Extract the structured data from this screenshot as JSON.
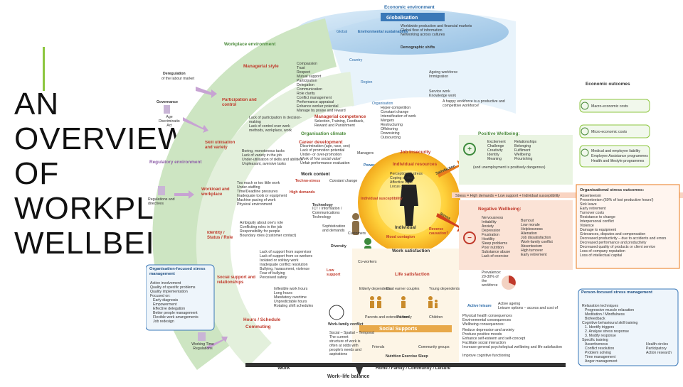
{
  "slide": {
    "title": "AN OVERVIEW OF WORKPLACE WELLBEING",
    "accent_color": "#8dc63f"
  },
  "diagram": {
    "economic_environment": "Economic environment",
    "globalisation": "Globalisation",
    "globalisation_items": [
      "Worldwide production and financial markets",
      "Global flow of information",
      "Networking across cultures"
    ],
    "global": "Global",
    "environmental_sustainability": "Environmental sustainability",
    "country": "Country",
    "demographic_shifts": "Demographic shifts",
    "region": "Region",
    "ageing_workforce": "Ageing workforce",
    "immigration": "Immigration",
    "service_work": "Service work",
    "knowledge_work": "Knowledge work",
    "organisation": "Organisation",
    "org_changes": [
      "Hyper-competition",
      "Constant change",
      "Intensification of work",
      "Mergers",
      "Restructuring",
      "Offshoring",
      "Downsizing",
      "Outsourcing"
    ],
    "happy_workforce_note": "A happy workforce is a productive and competitive workforce!",
    "workplace_environment": "Workplace environment",
    "managerial_style": "Managerial style",
    "managerial_items": [
      "Compassion",
      "Trust",
      "Respect",
      "Mutual support",
      "Participation",
      "Delegation",
      "Communication",
      "Role clarity",
      "Conflict management",
      "Performance appraisal",
      "Enhance worker potential",
      "Manage by praise and reward"
    ],
    "deregulation": "Deregulation",
    "deregulation_sub": "of the labour market",
    "governance": "Governance",
    "age_act": "Age Discrimination Act",
    "regulatory_environment": "Regulatory environment",
    "regulations_directives": "Regulations and directives",
    "working_time_regulations": "Working Time Regulations",
    "participation_control": "Participation and control",
    "participation_text": "Lack of participation in decision-making\nLack of control over work methods, workplace, work schedule",
    "managerial_competence": "Managerial competence",
    "managerial_competence_text": "Selection, Training, Feedback, Reward and Punishment",
    "organisation_climate": "Organisation climate",
    "career_development": "Career development",
    "career_text": "Discrimination (age, race, sex)\nLack of promotion potential\nUnder- or over-promotion\nWork of 'low social value'\nUnfair performance evaluation",
    "skill_utilisation": "Skill utilisation and variety",
    "skill_text": "Boring, monotonous tasks\nLack of variety in the job\nUnder-utilisation of skills and abilities\nUnpleasant, aversive tasks",
    "managers": "Managers",
    "power": "Power",
    "job_insecurity": "Job Insecurity",
    "work_content": "Work content",
    "techno_stress": "Techno-stress",
    "constant_change": "Constant change",
    "high_demands": "High demands",
    "technology": "Technology",
    "technology_text": "ICT / Information / Communications Technology",
    "workload": "Workload and workplace",
    "workload_text": "Too much or too little work\nUnder-staffing\nTime/Deadline pressures\nInadequate tools or equipment\nMachine pacing of work\nPhysical environment",
    "individual_resources": "Individual resources",
    "individual_resources_items": [
      "Perception of stress",
      "Coping abilities",
      "Affective style",
      "Locus of control"
    ],
    "individual_susceptibility": "Individual susceptibility",
    "individual": "Individual",
    "satisfaction": "Satisfaction",
    "stress": "Stress",
    "sophistication": "Sophistication and demands",
    "diversity": "Diversity",
    "customers": "Customers",
    "identity_status": "Identity / Status / Role",
    "identity_text": "Ambiguity about one's role\nConflicting roles in the job\nResponsibility for people\nBoundary roles (customer contact)",
    "co_workers": "Co-workers",
    "mood_contagion": "Mood contagion",
    "reverse_causation": "Reverse causation?",
    "low_support": "Low support",
    "social_support": "Social support and relationships",
    "social_text": "Lack of support from supervisor\nLack of support from co-workers\nIsolated or solitary work\nInadequate conflict resolution\nBullying, harassment, violence\nFear of bullying\nPerceived safety",
    "hours_schedule": "Hours / Schedule",
    "hours_text": "Inflexible work hours\nLong hours\nMandatory overtime\nUnpredictable hours\nRotating shift schedules",
    "commuting": "Commuting",
    "work_satisfaction": "Work satisfaction",
    "life_satisfaction": "Life satisfaction",
    "household_types": [
      "Elderly dependents",
      "Dual earner couples",
      "Young dependents"
    ],
    "household_roles": [
      "Parents and extended family",
      "Partner",
      "Children"
    ],
    "social_supports": "Social Supports",
    "supports_groups": [
      "Friends",
      "Community groups"
    ],
    "nutrition_exercise_sleep": "Nutrition Exercise Sleep",
    "work_family_conflict": "Work-family conflict",
    "social_spatial_temporal": "Social – Spatial – Temporal",
    "work_family_note": "The current structure of work is often at odds with people's needs and aspirations",
    "work": "Work",
    "home_family": "Home / Family / Community / Leisure",
    "work_life_balance": "Work–life balance",
    "positive_wellbeing": "Positive Wellbeing:",
    "positive_items_left": [
      "Excitement",
      "Challenge",
      "Creativity",
      "Identity",
      "Meaning"
    ],
    "positive_items_right": [
      "Relationships",
      "Belonging",
      "Fulfilment",
      "Wellbeing",
      "Flourishing"
    ],
    "unemployment_note": "(and unemployment is positively dangerous)",
    "stress_line": "Stress = High demands + Low support + Individual susceptibility",
    "negative_wellbeing": "Negative Wellbeing:",
    "negative_items_left": [
      "Nervousness",
      "Irritability",
      "Anxiety",
      "Depression",
      "Frustration",
      "Hostility",
      "Sleep problems",
      "Poor nutrition",
      "Substance abuse",
      "Lack of exercise"
    ],
    "negative_items_right": [
      "Burnout",
      "Low morale",
      "Helplessness",
      "Alienation",
      "Job dissatisfaction",
      "Work-family conflict",
      "Absenteeism",
      "High turnover",
      "Early retirement"
    ],
    "prevalence": "Prevalence:",
    "prevalence_value": "20-30% of the workforce",
    "active_leisure": "Active leisure",
    "active_leisure_text": "Active ageing\nLeisure options – access and cost of",
    "health_consequences": [
      "Physical health consequences",
      "Environmental consequences",
      "Wellbeing consequences:"
    ],
    "wellbeing_items": [
      "Reduce depression and anxiety",
      "Produce positive moods",
      "Enhance self-esteem and self-concept",
      "Facilitate social interaction",
      "Increase general psychological wellbeing and life satisfaction",
      "Improve cognitive functioning"
    ],
    "economic_outcomes": "Economic outcomes",
    "macro_costs": "Macro-economic costs",
    "micro_costs": "Micro-economic costs",
    "medical_items": [
      "Medical and employee liability",
      "Employee Assistance programmes",
      "Health and lifestyle programmes"
    ],
    "org_stress_outcomes": "Organisational stress outcomes:",
    "org_stress_items": [
      "Absenteeism",
      "Presenteeism (60% of lost productive hours!)",
      "Sick leave",
      "Early retirement",
      "Turnover costs",
      "Resistance to change",
      "Interpersonal conflict",
      "Violence",
      "Damage to equipment",
      "Grievances, disputes and compensation",
      "Decreased productivity – due to accidents and errors",
      "Decreased performance and productivity",
      "Decreased quality of products or client service",
      "Loss of company reputation",
      "Loss of intellectual capital"
    ],
    "org_focused_title": "Organisation-focused stress management",
    "org_focused_items": [
      "Active involvement",
      "Quality of specific problems",
      "Quality implementation",
      "Focused on:",
      "Early diagnosis",
      "Empowerment",
      "Effective delegation",
      "Better people management",
      "Flexible work arrangements",
      "Job redesign"
    ],
    "person_focused_title": "Person-focused stress management",
    "person_focused_items": [
      "Relaxation techniques",
      "Progressive muscle relaxation",
      "Meditation / Mindfulness",
      "Biofeedback",
      "Cognitive behavioural skill training",
      "1. Identify triggers",
      "2. Analyse stress response",
      "3. Modify response",
      "Specific training",
      "Assertiveness",
      "Conflict resolution",
      "Problem solving",
      "Time management",
      "Anger management"
    ],
    "person_focused_right": [
      "Health circles",
      "Participatory",
      "Action research"
    ]
  }
}
